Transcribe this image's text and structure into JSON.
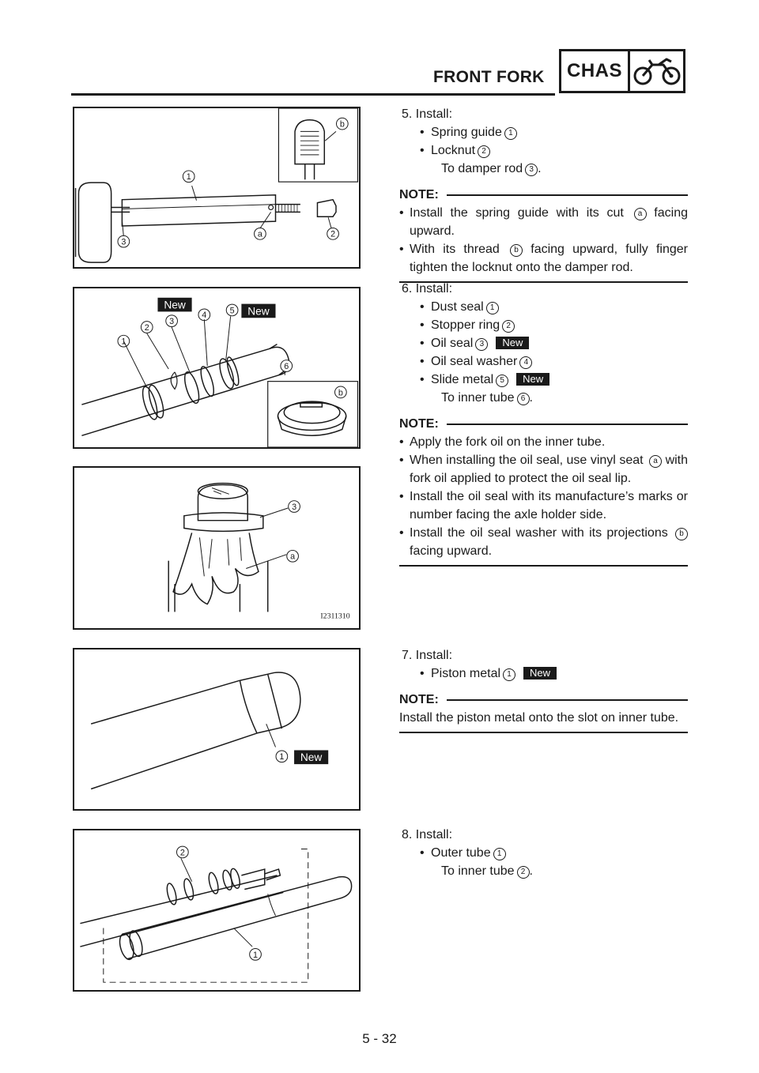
{
  "header": {
    "title": "FRONT FORK",
    "section": "CHAS"
  },
  "new_label": "New",
  "figure_code": "I2311310",
  "step5": {
    "heading": "5. Install:",
    "items": [
      "Spring guide",
      "Locknut"
    ],
    "marks": [
      "1",
      "2"
    ],
    "to": "To damper rod",
    "to_mark": "3",
    "note_label": "NOTE:",
    "note1_a": "Install the spring guide with its cut",
    "note1_mark": "a",
    "note1_b": "facing upward.",
    "note2_a": "With its thread",
    "note2_mark": "b",
    "note2_b": "facing upward, fully finger tighten the locknut onto the damper rod."
  },
  "step6": {
    "heading": "6. Install:",
    "items": [
      "Dust seal",
      "Stopper ring",
      "Oil seal",
      "Oil seal washer",
      "Slide metal"
    ],
    "marks": [
      "1",
      "2",
      "3",
      "4",
      "5"
    ],
    "to": "To inner tube",
    "to_mark": "6",
    "note_label": "NOTE:",
    "note1": "Apply the fork oil on the inner tube.",
    "note2_a": "When installing the oil seal, use vinyl seat",
    "note2_mark": "a",
    "note2_b": "with fork oil applied to protect the oil seal lip.",
    "note3": "Install the oil seal with its manufacture’s marks or number facing the axle holder side.",
    "note4_a": "Install the oil seal washer with its projections",
    "note4_mark": "b",
    "note4_b": "facing upward."
  },
  "step7": {
    "heading": "7. Install:",
    "item": "Piston metal",
    "mark": "1",
    "note_label": "NOTE:",
    "note": "Install the piston metal onto the slot on inner tube."
  },
  "step8": {
    "heading": "8. Install:",
    "item": "Outer tube",
    "mark": "1",
    "to": "To inner tube",
    "to_mark": "2"
  },
  "page_number": "5 - 32",
  "callouts": {
    "one": "1",
    "two": "2",
    "three": "3",
    "four": "4",
    "five": "5",
    "six": "6",
    "a": "a",
    "b": "b"
  },
  "colors": {
    "ink": "#1a1a1a",
    "badge_bg": "#1a1a1a",
    "badge_text": "#ffffff"
  }
}
